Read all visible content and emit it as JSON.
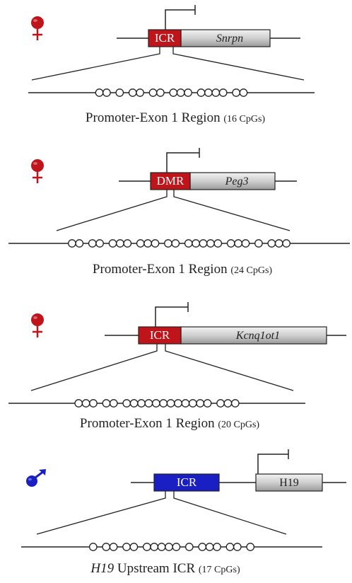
{
  "panels": [
    {
      "parent": "female",
      "region_label": "ICR",
      "region_color": "#c0141b",
      "gene_label": "Snrpn",
      "gene_italic": true,
      "cpg_pattern": "OO-O-OO-OO-OOO-OOOO-OO",
      "caption_main": "Promoter-Exon 1 Region",
      "caption_main_italic_prefix": "",
      "caption_count": "(16 CpGs)"
    },
    {
      "parent": "female",
      "region_label": "DMR",
      "region_color": "#c0141b",
      "gene_label": "Peg3",
      "gene_italic": true,
      "cpg_pattern": "OO-OO-OOO-OOO-OO-OOOOO-OOO-O-OOO",
      "caption_main": "Promoter-Exon 1 Region",
      "caption_main_italic_prefix": "",
      "caption_count": "(24 CpGs)"
    },
    {
      "parent": "female",
      "region_label": "ICR",
      "region_color": "#c0141b",
      "gene_label": "Kcnq1ot1",
      "gene_italic": true,
      "cpg_pattern": "OOO-OO-OOOOOOOOOOOO-OOO",
      "caption_main": "Promoter-Exon 1 Region",
      "caption_main_italic_prefix": "",
      "caption_count": "(20 CpGs)"
    },
    {
      "parent": "male",
      "region_label": "ICR",
      "region_color": "#1a1fc4",
      "gene_label": "H19",
      "gene_italic": false,
      "cpg_pattern": "O-OO-OO-OOOOO-O-OOO-OO-O",
      "caption_main": "Upstream ICR",
      "caption_main_italic_prefix": "H19",
      "caption_count": "(17 CpGs)"
    }
  ],
  "colors": {
    "female_symbol": "#c0141b",
    "male_symbol": "#1a1fc4",
    "gene_box_fill": "#cfcfcf",
    "line": "#222222"
  }
}
